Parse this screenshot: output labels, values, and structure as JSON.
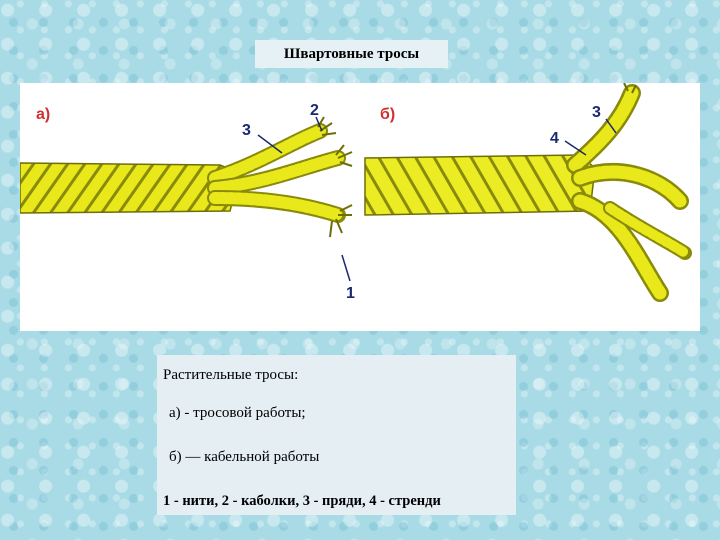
{
  "title": "Швартовные тросы",
  "figure": {
    "panel_a_label": "а)",
    "panel_b_label": "б)",
    "a_labels": {
      "n1": "1",
      "n2": "2",
      "n3": "3"
    },
    "b_labels": {
      "n3": "3",
      "n4": "4"
    },
    "colors": {
      "rope": "#e8e81a",
      "rope_dark": "#8a8a0a",
      "label": "#1a2a6e",
      "panel_label": "#d03030"
    }
  },
  "caption": {
    "line1": "Растительные тросы:",
    "line2": "а) - тросовой работы;",
    "line3": "б) — кабельной работы",
    "line4": "1 - нити, 2 - каболки, 3 - пряди, 4 - стренди"
  }
}
